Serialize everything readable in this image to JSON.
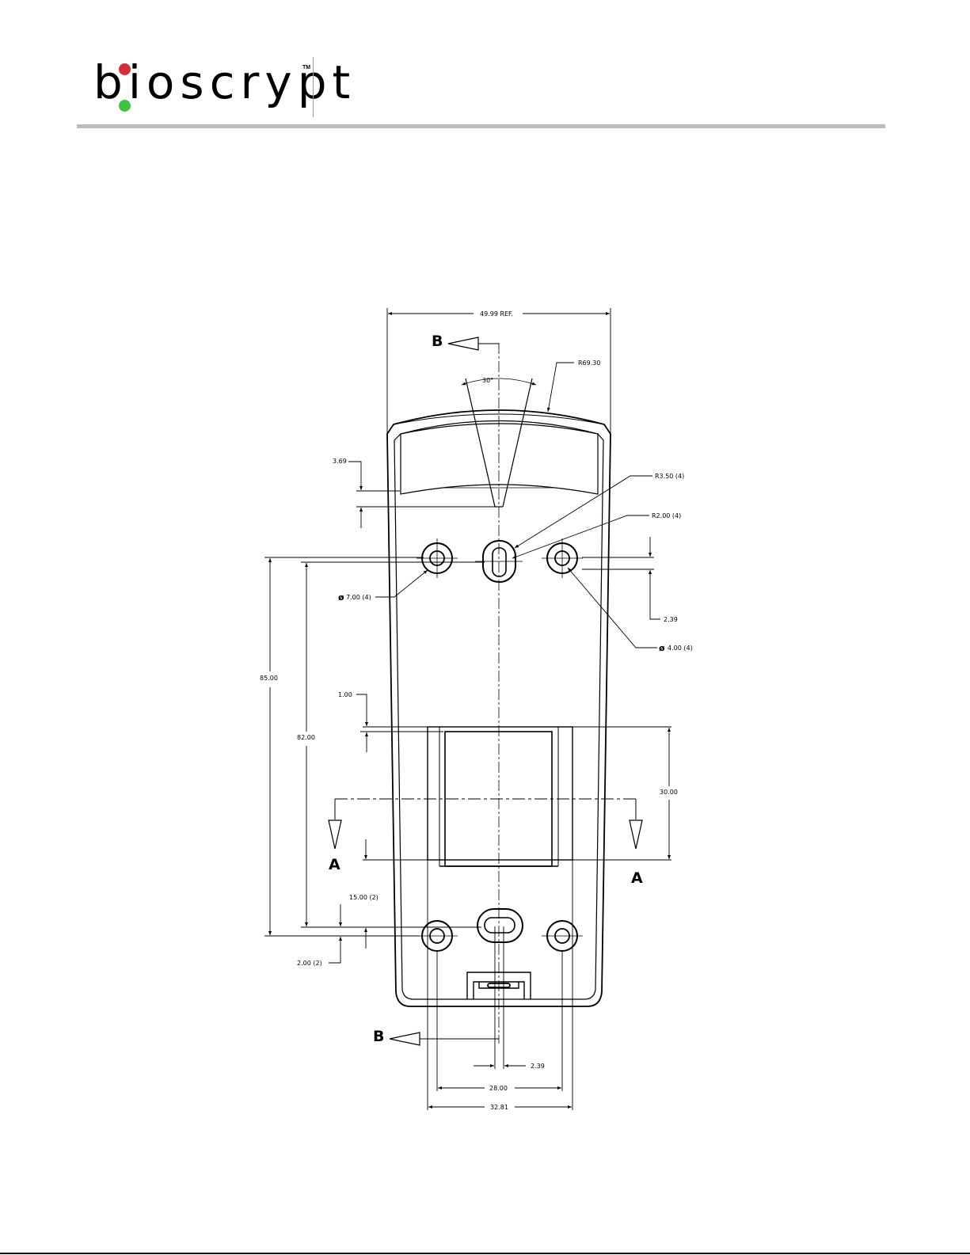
{
  "brand": {
    "name": "bioscrypt",
    "trademark": "TM",
    "dot_top_color": "#d62d37",
    "dot_bottom_color": "#3fc43f"
  },
  "drawing": {
    "overall_width": "49.99 REF.",
    "top_radius": "R69.30",
    "taper_angle": "30°",
    "window_depth": "3.69",
    "slot_radius": "R3.50 (4)",
    "slot_inner_radius": "R2.00 (4)",
    "hole_spacing_v": "2.39",
    "boss_diameter_symbol": "ø",
    "boss_diameter": "7.00 (4)",
    "hole_diameter_symbol": "ø",
    "hole_diameter": "4.00 (4)",
    "overall_height": "85.00",
    "hole_pitch": "82.00",
    "recess_offset": "1.00",
    "recess_height": "30.00",
    "bottom_offset_1": "15.00 (2)",
    "bottom_offset_2": "2.00 (2)",
    "slot_width": "2.39",
    "hole_spacing_h": "28.00",
    "recess_width": "32.81",
    "section_a": "A",
    "section_b": "B"
  }
}
